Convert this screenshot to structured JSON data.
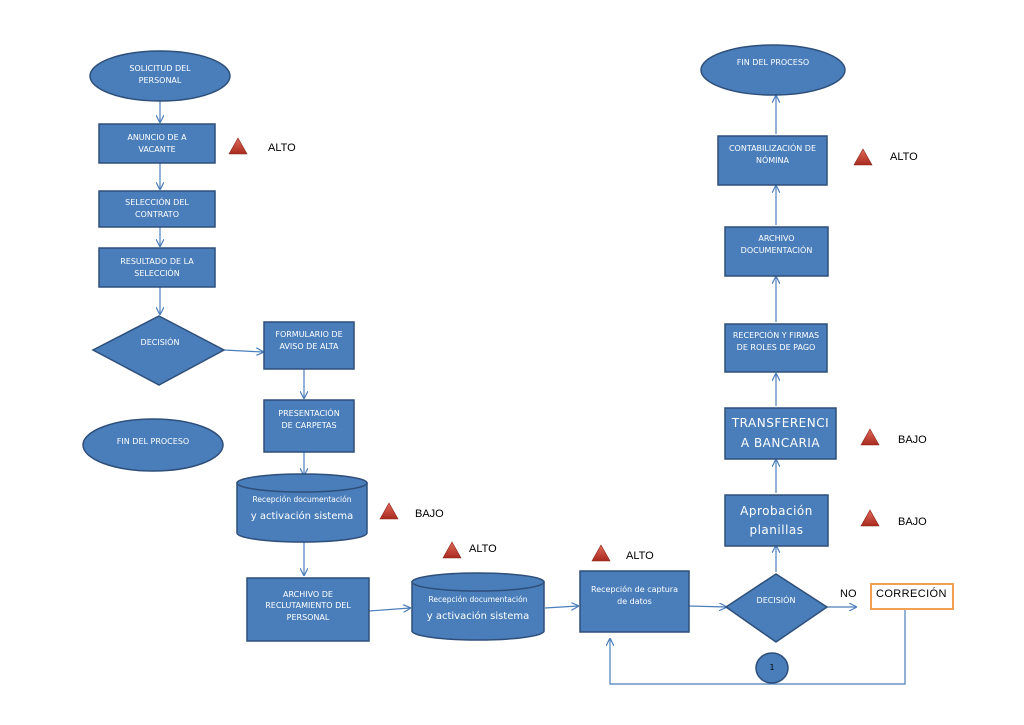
{
  "nodes": {
    "solicitud": "SOLICITUD DEL\nPERSONAL",
    "anuncio": "ANUNCIO DE A\nVACANTE",
    "seleccion": "SELECCIÓN DEL\nCONTRATO",
    "resultado": "RESULTADO DE LA\nSELECCIÓN",
    "decision1": "DECISIÓN",
    "fin1": "FIN DEL PROCESO",
    "formulario": "FORMULARIO DE\nAVISO DE ALTA",
    "presentacion": "PRESENTACIÓN\nDE CARPETAS",
    "recepcion_doc1_line1": "Recepción documentación",
    "recepcion_doc1_line2": "y activación sistema",
    "archivo_reclutamiento": "ARCHIVO DE\nRECLUTAMIENTO DEL\nPERSONAL",
    "recepcion_doc2_line1": "Recepción documentación",
    "recepcion_doc2_line2": "y activación sistema",
    "recepcion_captura": "Recepción de captura\nde datos",
    "decision2": "DECISIÓN",
    "correcion": "CORRECIÓN",
    "no_label": "NO",
    "connector": "1",
    "aprobacion": "Aprobación\nplanillas",
    "transferencia": "TRANSFERENCI\nA BANCARIA",
    "recepcion_firmas": "RECEPCIÓN Y FIRMAS\nDE ROLES DE PAGO",
    "archivo_documentacion": "ARCHIVO\nDOCUMENTACIÓN",
    "contabilizacion": "CONTABILIZACIÓN DE\nNÓMINA",
    "fin2": "FIN DEL PROCESO"
  },
  "risk": {
    "anuncio": "ALTO",
    "recepcion_doc1": "BAJO",
    "recepcion_doc2": "ALTO",
    "recepcion_captura": "ALTO",
    "contabilizacion": "ALTO",
    "transferencia": "BAJO",
    "aprobacion": "BAJO"
  },
  "colors": {
    "node_fill": "#4a7ebb",
    "node_stroke": "#2e4f7a",
    "arrow": "#4a7ebb",
    "warning_icon": "#c0392b",
    "correcion_border": "#f0a050"
  },
  "icons": {
    "risk_marker": "warning-triangle-icon"
  }
}
